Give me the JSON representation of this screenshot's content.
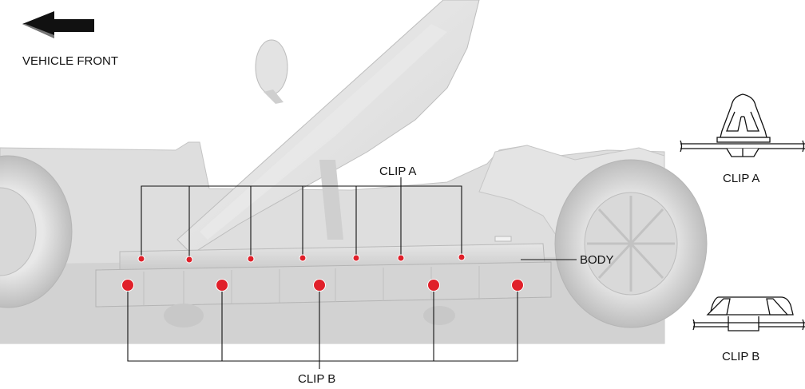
{
  "labels": {
    "vehicle_front": "VEHICLE FRONT",
    "clip_a": "CLIP A",
    "clip_b": "CLIP B",
    "body": "BODY",
    "detail_clip_a": "CLIP A",
    "detail_clip_b": "CLIP B"
  },
  "icons": {
    "direction_arrow": "arrow-left-icon",
    "clip_a_detail": "clip-a-icon",
    "clip_b_detail": "clip-b-icon"
  },
  "colors": {
    "clip_marker": "#e0202a",
    "body_shade": "#dcdcdc",
    "leader_line": "#111111"
  }
}
